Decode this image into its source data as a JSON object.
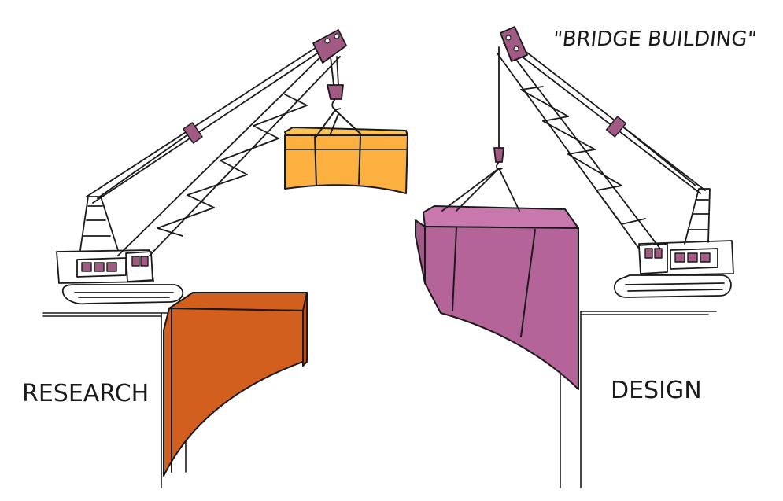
{
  "illustration": {
    "title": "\"BRIDGE BUILDING\"",
    "left_label": "RESEARCH",
    "right_label": "DESIGN"
  },
  "colors": {
    "research_block": "#d35f1f",
    "hanging_block": "#fbb040",
    "design_block": "#b5649a",
    "crane_accent": "#a05a84",
    "ink": "#1a1a1a"
  }
}
